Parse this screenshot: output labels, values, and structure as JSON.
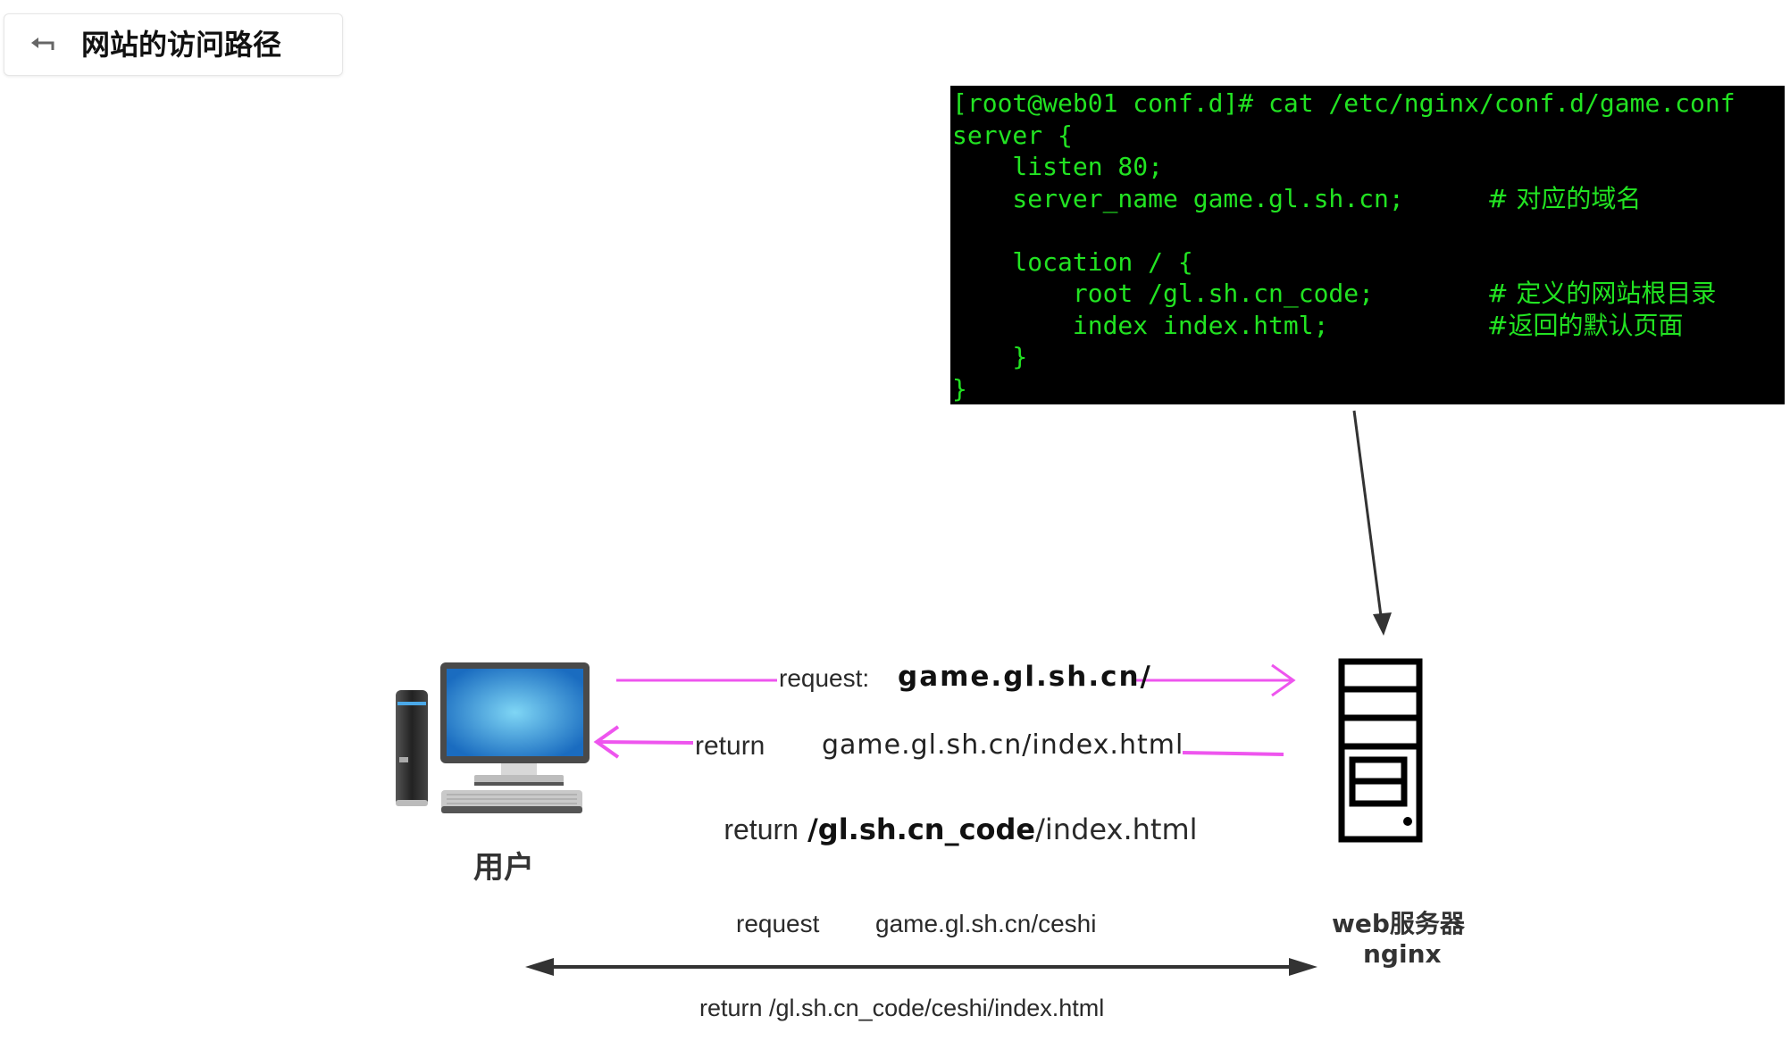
{
  "header": {
    "back_icon": "return-arrow-icon",
    "title": "网站的访问路径"
  },
  "terminal": {
    "background": "#000000",
    "text_color": "#22e322",
    "lines": [
      {
        "code": "[root@web01 conf.d]# cat /etc/nginx/conf.d/game.conf",
        "comment": ""
      },
      {
        "code": "server {",
        "comment": ""
      },
      {
        "code": "    listen 80;",
        "comment": ""
      },
      {
        "code": "    server_name game.gl.sh.cn;",
        "comment": "# 对应的域名"
      },
      {
        "code": "",
        "comment": ""
      },
      {
        "code": "    location / {",
        "comment": ""
      },
      {
        "code": "        root /gl.sh.cn_code;",
        "comment": "# 定义的网站根目录"
      },
      {
        "code": "        index index.html;",
        "comment": "#返回的默认页面"
      },
      {
        "code": "    }",
        "comment": ""
      },
      {
        "code": "}",
        "comment": ""
      }
    ]
  },
  "diagram": {
    "client": {
      "icon": "desktop-computer-icon",
      "label": "用户"
    },
    "server": {
      "icon": "server-tower-icon",
      "label_line1": "web服务器",
      "label_line2": "nginx"
    },
    "flow1": {
      "request_prefix": "request:",
      "request_url": "game.gl.sh.cn/",
      "return_prefix": "return",
      "return_url": "game.gl.sh.cn/index.html",
      "resolved_prefix": "return",
      "resolved_path_bold": "/gl.sh.cn_code",
      "resolved_path_rest": "/index.html",
      "arrow_color": "#ee55ee"
    },
    "flow2": {
      "request_prefix": "request",
      "request_url": "game.gl.sh.cn/ceshi",
      "return_text": "return /gl.sh.cn_code/ceshi/index.html",
      "arrow_color": "#333333"
    }
  }
}
